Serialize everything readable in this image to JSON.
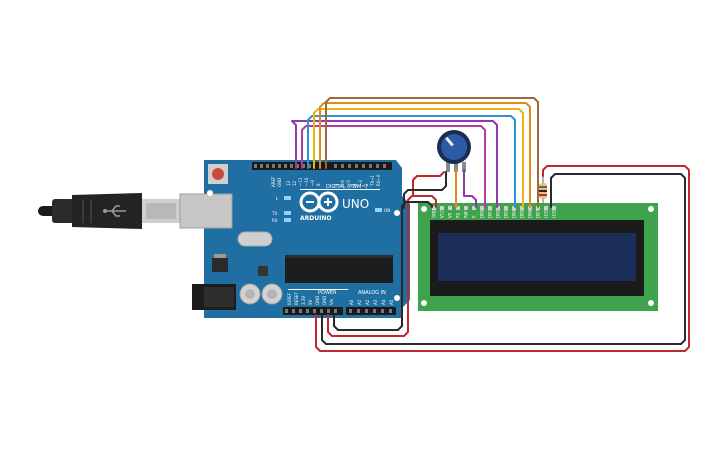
{
  "board": {
    "brand": "ARDUINO",
    "model": "UNO",
    "digital_label": "DIGITAL (PWM~)",
    "power_label": "POWER",
    "analog_label": "ANALOG IN",
    "on_label": "ON",
    "led_l": "L",
    "led_tx": "TX",
    "led_rx": "RX",
    "aref": "AREF",
    "gnd": "GND",
    "digital_pins": [
      "13",
      "12",
      "~11",
      "~10",
      "~9",
      "8",
      "7",
      "~6",
      "~5",
      "4",
      "~3",
      "2",
      "TX→1",
      "RX←0"
    ],
    "power_pins": [
      "IOREF",
      "RESET",
      "3.3V",
      "5V",
      "GND",
      "GND",
      "Vin"
    ],
    "analog_pins": [
      "A0",
      "A1",
      "A2",
      "A3",
      "A4",
      "A5"
    ],
    "color": "#1f6fa3"
  },
  "lcd": {
    "pins": [
      "GND",
      "VCC",
      "V0",
      "RS",
      "RW",
      "E",
      "DB0",
      "DB1",
      "DB2",
      "DB3",
      "DB4",
      "DB5",
      "DB6",
      "DB7",
      "LED",
      "LED"
    ],
    "board_color": "#3fa34d",
    "screen_color": "#1b2f5a"
  },
  "wire_colors": {
    "red": "#c0282d",
    "black": "#2a2a2a",
    "purple": "#8e3aa7",
    "magenta": "#b43aa2",
    "blue": "#2d8fd6",
    "yellow": "#e7b416",
    "orange": "#e08a1a",
    "brown": "#9a6a3a"
  }
}
